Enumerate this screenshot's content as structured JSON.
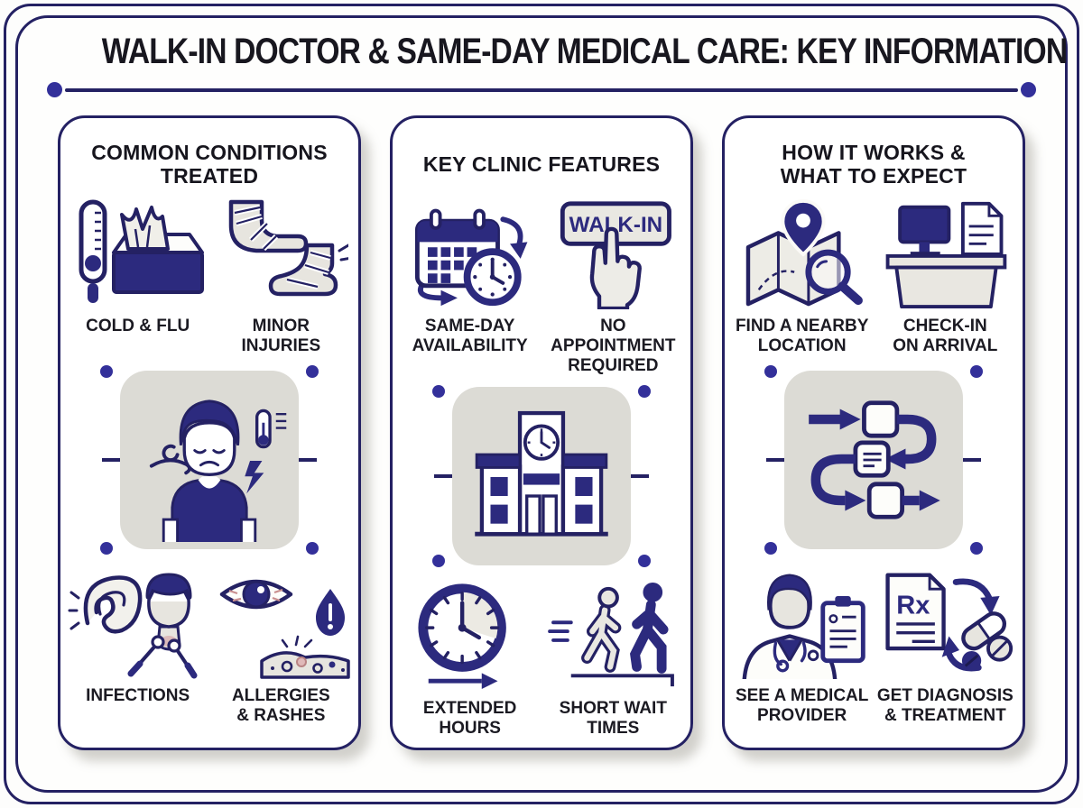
{
  "title": "WALK-IN DOCTOR & SAME-DAY MEDICAL CARE: KEY INFORMATION",
  "colors": {
    "navy": "#2c2a7e",
    "outline_navy": "#242163",
    "dot_indigo": "#33309a",
    "ink": "#18171f",
    "tile_gray": "#dcdbd5",
    "icon_gray": "#e7e5df",
    "rash_pink": "#c98f8f",
    "white": "#ffffff"
  },
  "columns": [
    {
      "header": "COMMON CONDITIONS\nTREATED",
      "top_items": [
        {
          "icon": "thermometer-tissue-box-icon",
          "label": "COLD & FLU"
        },
        {
          "icon": "bandaged-foot-icon",
          "label": "MINOR\nINJURIES"
        }
      ],
      "center": {
        "illustration": "sick-person-illustration"
      },
      "bottom_items": [
        {
          "icon": "ear-throat-swab-icon",
          "label": "INFECTIONS"
        },
        {
          "icon": "irritated-eye-rash-icon",
          "label": "ALLERGIES\n& RASHES"
        }
      ]
    },
    {
      "header": "KEY CLINIC FEATURES",
      "top_items": [
        {
          "icon": "calendar-clock-icon",
          "label": "SAME-DAY\nAVAILABILITY"
        },
        {
          "icon": "walk-in-button-hand-icon",
          "label": "NO APPOINTMENT\nREQUIRED",
          "button_text": "WALK-IN"
        }
      ],
      "center": {
        "illustration": "clinic-building-illustration"
      },
      "bottom_items": [
        {
          "icon": "clock-arrow-icon",
          "label": "EXTENDED\nHOURS"
        },
        {
          "icon": "walking-people-icon",
          "label": "SHORT WAIT\nTIMES"
        }
      ]
    },
    {
      "header": "HOW IT WORKS &\nWHAT TO EXPECT",
      "top_items": [
        {
          "icon": "map-pin-magnifier-icon",
          "label": "FIND A NEARBY\nLOCATION"
        },
        {
          "icon": "reception-desk-icon",
          "label": "CHECK-IN\nON ARRIVAL"
        }
      ],
      "center": {
        "illustration": "process-flowchart-illustration"
      },
      "bottom_items": [
        {
          "icon": "doctor-clipboard-icon",
          "label": "SEE A MEDICAL\nPROVIDER"
        },
        {
          "icon": "prescription-pills-icon",
          "label": "GET DIAGNOSIS\n& TREATMENT",
          "rx_text": "Rx"
        }
      ]
    }
  ]
}
